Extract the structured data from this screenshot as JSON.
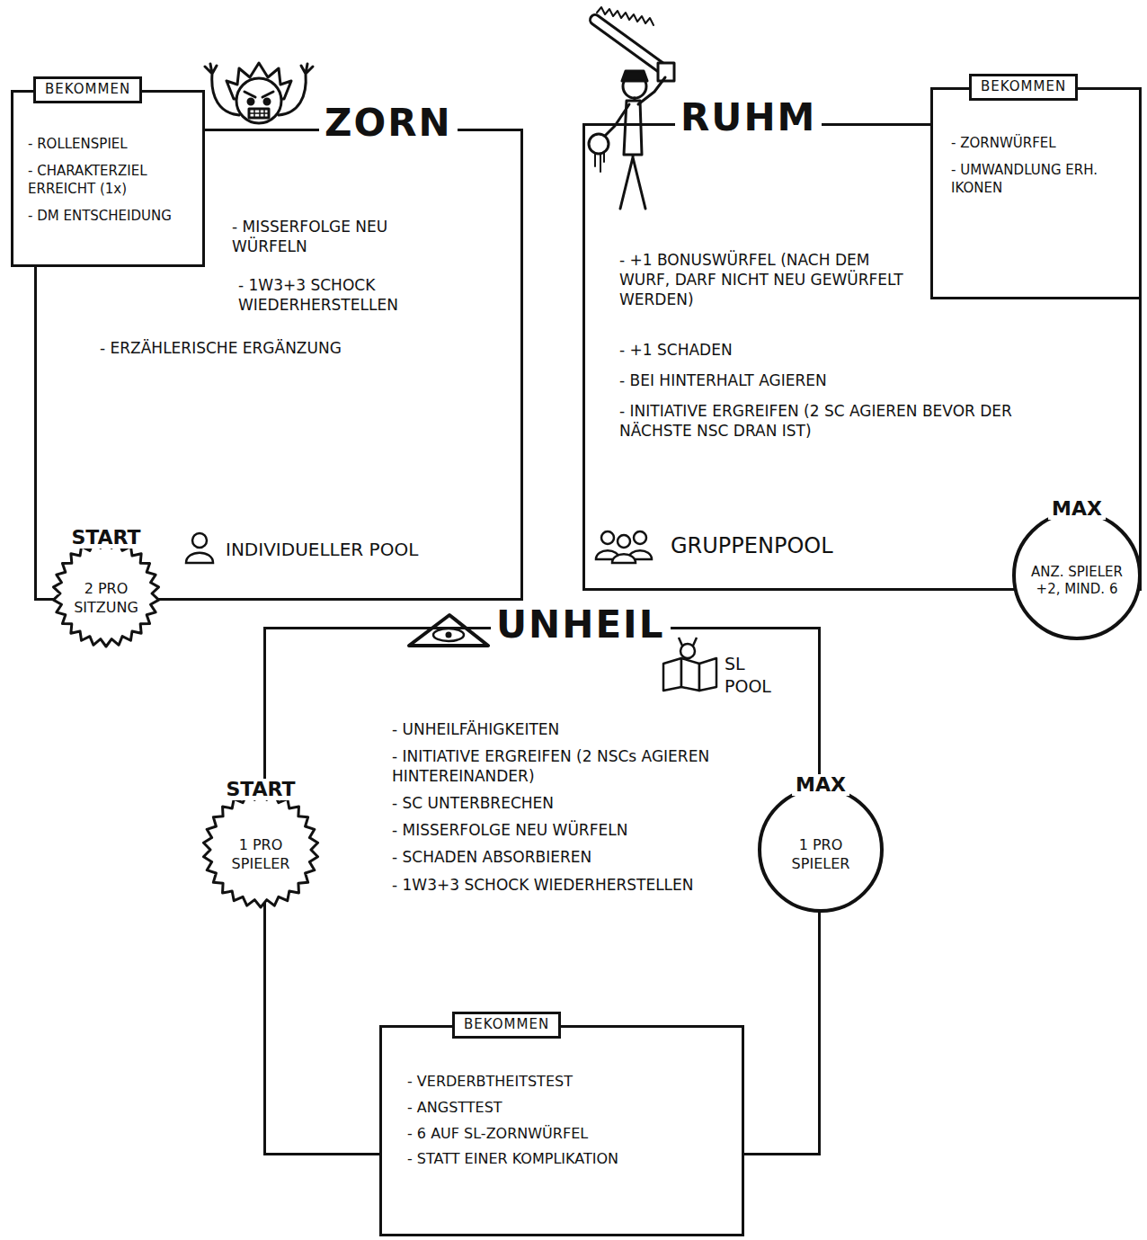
{
  "diagram": {
    "nodes": [
      {
        "text": [
          "ZORN",
          "- MISSERFOLGE NEU WÜRFELN",
          "- 1W3+3 SCHOCK WIEDERHERSTELLEN",
          "- ERZÄHLERISCHE ERGÄNZUNG",
          "INDIVIDUELLER POOL"
        ]
      },
      {
        "text": [
          "BEKOMMEN",
          "- ROLLENSPIEL",
          "- CHARAKTERZIEL ERREICHT (1x)",
          "- DM ENTSCHEIDUNG"
        ],
        "in": 0
      },
      {
        "text": [
          "START",
          "2 PRO SITZUNG"
        ]
      },
      {
        "text": [
          "RUHM",
          "- +1 BONUSWÜRFEL (NACH DEM WURF, DARF NICHT NEU GEWÜRFELT WERDEN)",
          "- +1 SCHADEN",
          "- BEI HINTERHALT AGIEREN",
          "- INITIATIVE ERGREIFEN (2 SC AGIEREN BEVOR DER NÄCHSTE NSC DRAN IST)",
          "GRUPPENPOOL"
        ]
      },
      {
        "text": [
          "BEKOMMEN",
          "- ZORNWÜRFEL",
          "- UMWANDLUNG ERH. IKONEN"
        ],
        "in": 3
      },
      {
        "text": [
          "MAX",
          "ANZ. SPIELER +2, MIND. 6"
        ]
      },
      {
        "text": [
          "UNHEIL",
          "SL POOL",
          "- UNHEILFÄHIGKEITEN",
          "- INITIATIVE ERGREIFEN (2 NSCs AGIEREN HINTEREINANDER)",
          "- SC UNTERBRECHEN",
          "- MISSERFOLGE NEU WÜRFELN",
          "- SCHADEN ABSORBIEREN",
          "- 1W3+3 SCHOCK WIEDERHERSTELLEN"
        ]
      },
      {
        "text": [
          "BEKOMMEN",
          "- VERDERBTHEITSTEST",
          "- ANGSTTEST",
          "- 6 AUF SL-ZORNWÜRFEL",
          "- STATT EINER KOMPLIKATION"
        ],
        "in": 6
      },
      {
        "text": [
          "START",
          "1 PRO SPIELER"
        ]
      },
      {
        "text": [
          "MAX",
          "1 PRO SPIELER"
        ]
      }
    ]
  }
}
